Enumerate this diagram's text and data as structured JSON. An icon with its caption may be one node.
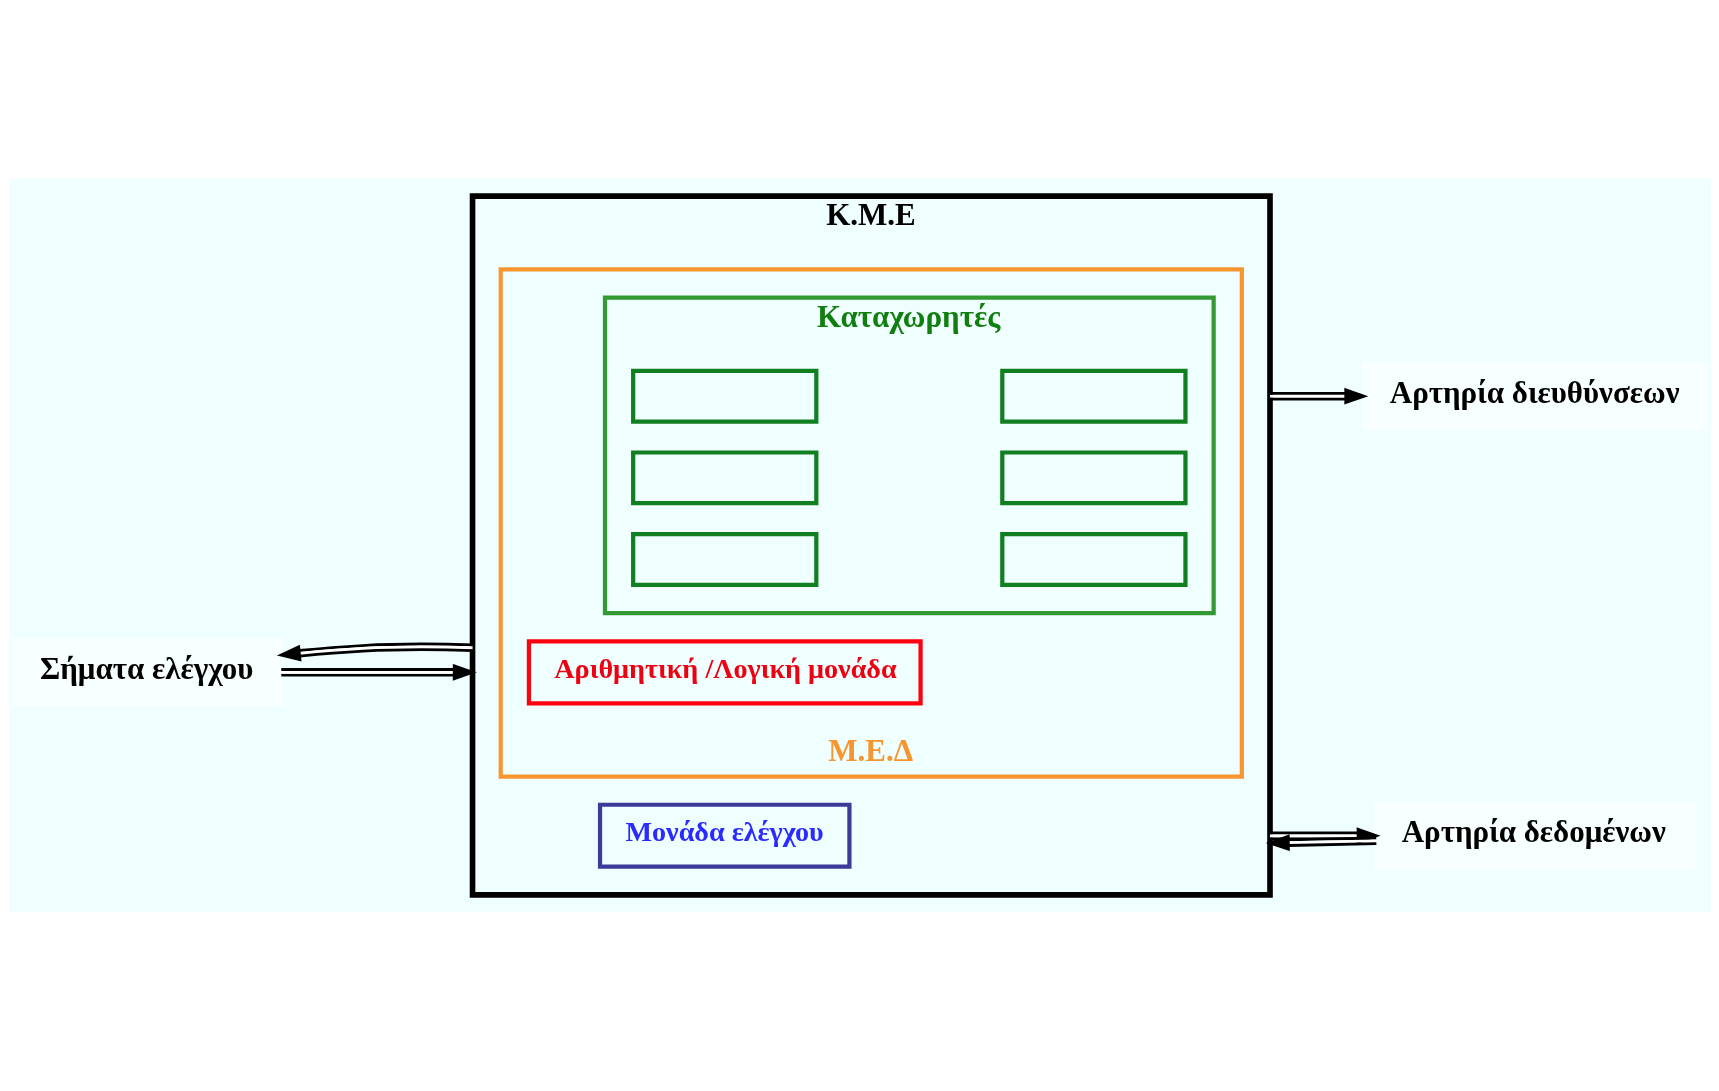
{
  "diagram": {
    "nodes": [
      {
        "text": [
          "Κ.Μ.Ε"
        ]
      },
      {
        "text": [
          "Μονάδα ελέγχου"
        ],
        "in": 0
      },
      {
        "text": [
          "Μ.Ε.Δ"
        ],
        "in": 0
      },
      {
        "text": [
          "Αριθμητική /Λογική μονάδα"
        ],
        "in": 2
      },
      {
        "text": [
          "Καταχωρητές"
        ],
        "in": 2
      },
      {
        "text": [],
        "shape": "box",
        "in": 4
      },
      {
        "text": [],
        "shape": "box",
        "in": 4
      },
      {
        "text": [],
        "shape": "box",
        "in": 4
      },
      {
        "text": [],
        "shape": "box",
        "in": 4
      },
      {
        "text": [],
        "shape": "box",
        "in": 4
      },
      {
        "text": [],
        "shape": "box",
        "in": 4
      },
      {
        "text": [
          "Αρτηρία δεδομένων"
        ]
      },
      {
        "text": [
          "Σήματα ελέγχου"
        ]
      },
      {
        "text": [
          "Αρτηρία διευθύνσεων"
        ]
      }
    ],
    "edges": [
      {
        "from": 0,
        "to": 11,
        "arrow": "to"
      },
      {
        "from": 11,
        "to": 0,
        "arrow": "to"
      },
      {
        "from": 0,
        "to": 12,
        "arrow": "to"
      },
      {
        "from": 12,
        "to": 0,
        "arrow": "to"
      },
      {
        "from": 0,
        "to": 13,
        "arrow": "to"
      }
    ]
  }
}
